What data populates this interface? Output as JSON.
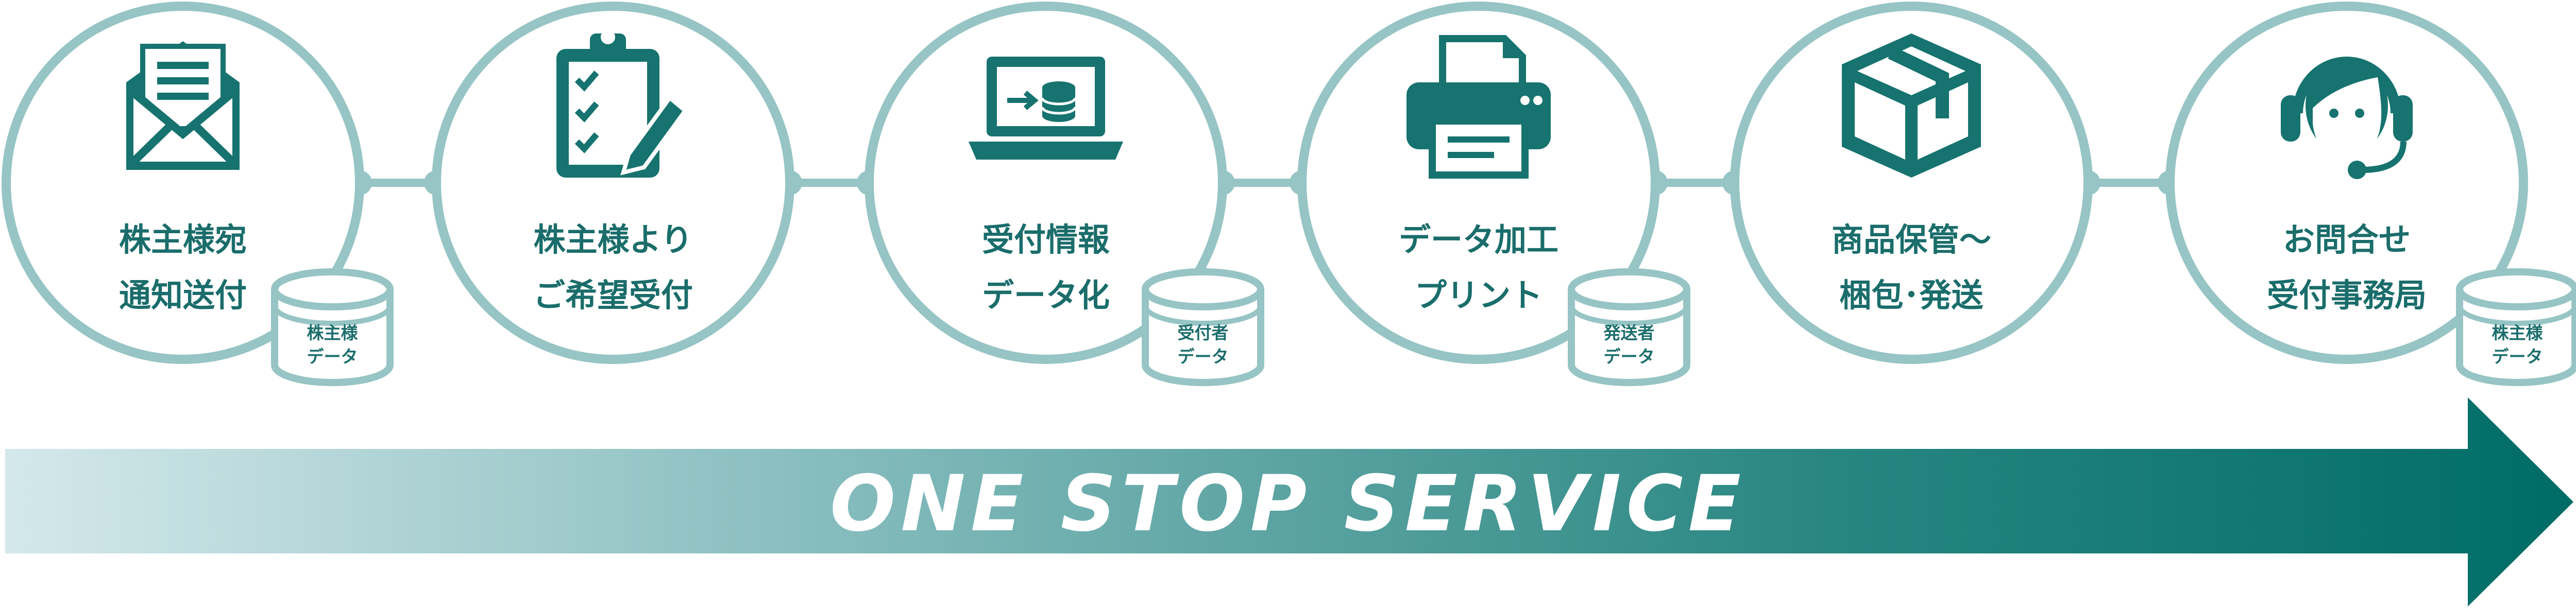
{
  "colors": {
    "ring": "#97c4c4",
    "icon": "#16736f",
    "text": "#1a6d6b",
    "arrow_start": "#d4e8ea",
    "arrow_end": "#006c66"
  },
  "steps": [
    {
      "icon": "mail-envelope-icon",
      "line1": "株主様宛",
      "line2": "通知送付",
      "db": {
        "line1": "株主様",
        "line2": "データ"
      }
    },
    {
      "icon": "clipboard-checklist-icon",
      "line1": "株主様より",
      "line2": "ご希望受付",
      "db": null
    },
    {
      "icon": "laptop-database-icon",
      "line1": "受付情報",
      "line2": "データ化",
      "db": {
        "line1": "受付者",
        "line2": "データ"
      }
    },
    {
      "icon": "printer-icon",
      "line1": "データ加工",
      "line2": "プリント",
      "db": {
        "line1": "発送者",
        "line2": "データ"
      }
    },
    {
      "icon": "package-box-icon",
      "line1": "商品保管～",
      "line2": "梱包･発送",
      "db": null
    },
    {
      "icon": "headset-operator-icon",
      "line1": "お問合せ",
      "line2": "受付事務局",
      "db": {
        "line1": "株主様",
        "line2": "データ"
      }
    }
  ],
  "banner": {
    "text": "ONE STOP SERVICE"
  }
}
